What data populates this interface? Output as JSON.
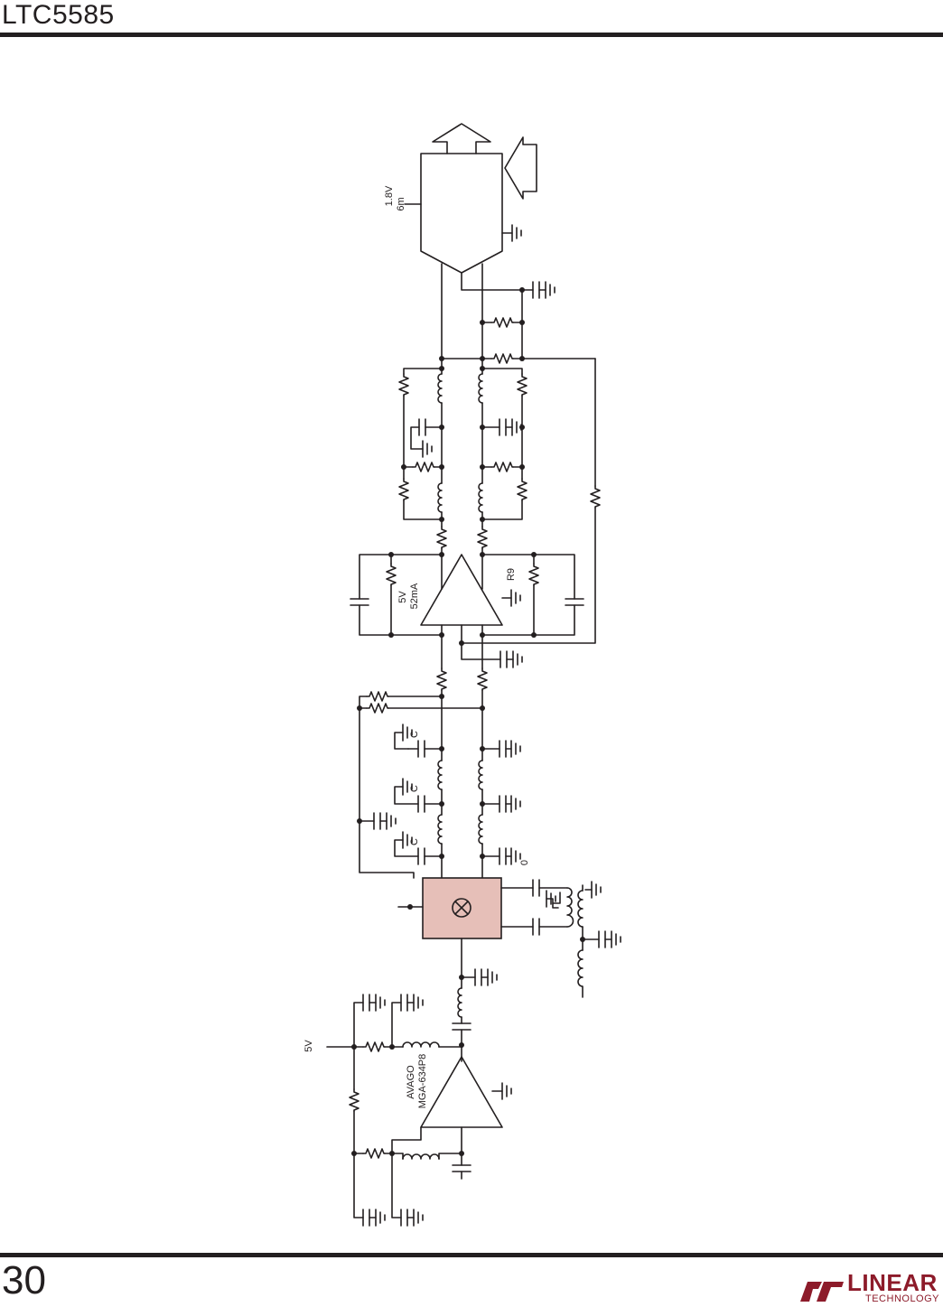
{
  "header": {
    "part_number": "LTC5585"
  },
  "footer": {
    "page_number": "30",
    "logo_word": "LINEAR",
    "logo_sub": "TECHNOLOGY",
    "logo_color": "#8d1b2a"
  },
  "schematic": {
    "adc_supply": "1.8V",
    "adc_current": "6m",
    "driver_supply": "5V",
    "driver_current": "52mA",
    "driver_resistor": "R9",
    "filter_cap_1": "C",
    "filter_cap_2": "C",
    "filter_cap_3": "C",
    "lo_label": "0",
    "lna_supply": "5V",
    "lna_vendor": "AVAGO",
    "lna_part": "MGA-634P8",
    "mixer_fill": "#e6bfb8"
  }
}
